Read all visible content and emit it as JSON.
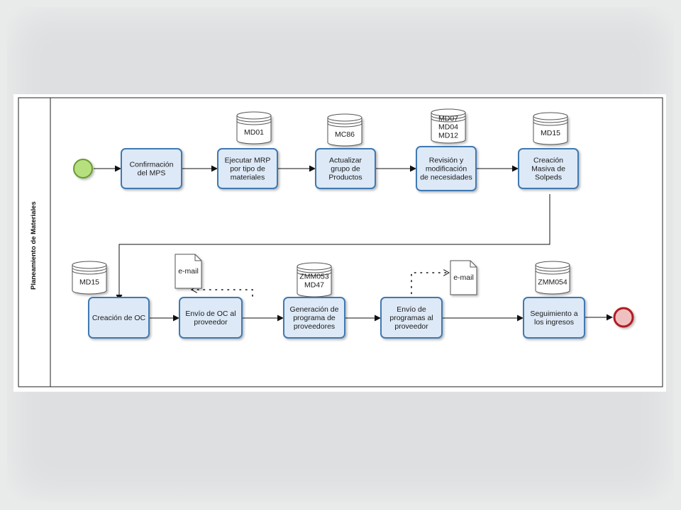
{
  "diagram": {
    "lane_title": "Planeamiento de Materiales",
    "colors": {
      "task_fill": "#dde9f6",
      "task_border": "#3f79b3",
      "start_fill": "#b6e07e",
      "start_border": "#6a9a32",
      "end_fill": "#f0c0c0",
      "end_border": "#b01f24",
      "flow": "#111111"
    },
    "tasks": [
      {
        "id": "t1",
        "lines": [
          "Confirmación",
          "del MPS"
        ]
      },
      {
        "id": "t2",
        "lines": [
          "Ejecutar MRP",
          "por tipo de",
          "materiales"
        ]
      },
      {
        "id": "t3",
        "lines": [
          "Actualizar",
          "grupo de",
          "Productos"
        ]
      },
      {
        "id": "t4",
        "lines": [
          "Revisión y",
          "modificación",
          "de necesidades"
        ]
      },
      {
        "id": "t5",
        "lines": [
          "Creación",
          "Masiva de",
          "Solpeds"
        ]
      },
      {
        "id": "t6",
        "lines": [
          "Creación de OC"
        ]
      },
      {
        "id": "t7",
        "lines": [
          "Envío de OC al",
          "proveedor"
        ]
      },
      {
        "id": "t8",
        "lines": [
          "Generación de",
          "programa de",
          "proveedores"
        ]
      },
      {
        "id": "t9",
        "lines": [
          "Envío de",
          "programas al",
          "proveedor"
        ]
      },
      {
        "id": "t10",
        "lines": [
          "Seguimiento a",
          "los ingresos"
        ]
      }
    ],
    "data_stores": [
      {
        "id": "d1",
        "lines": [
          "MD01"
        ]
      },
      {
        "id": "d2",
        "lines": [
          "MC86"
        ]
      },
      {
        "id": "d3",
        "lines": [
          "MD07",
          "MD04",
          "MD12"
        ]
      },
      {
        "id": "d4",
        "lines": [
          "MD15"
        ]
      },
      {
        "id": "d5",
        "lines": [
          "MD15"
        ]
      },
      {
        "id": "d6",
        "lines": [
          "ZMM053",
          "MD47"
        ]
      },
      {
        "id": "d7",
        "lines": [
          "ZMM054"
        ]
      }
    ],
    "documents": [
      {
        "id": "doc1",
        "label": "e-mail"
      },
      {
        "id": "doc2",
        "label": "e-mail"
      }
    ]
  }
}
